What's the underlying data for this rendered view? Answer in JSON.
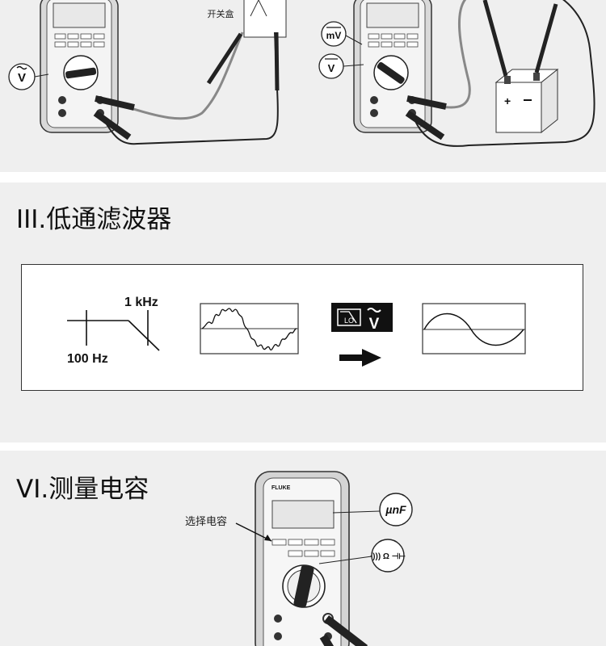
{
  "section1": {
    "switch_box_label": "开关盒",
    "left_meter_badge": "Ṽ",
    "right_meter_badges": [
      "mV",
      "V"
    ]
  },
  "section3": {
    "title": "III.低通滤波器",
    "freq_high": "1 kHz",
    "freq_low": "100 Hz",
    "lo_button_text": "LO",
    "lo_button_symbol": "Ṽ"
  },
  "section6": {
    "title": "VI.测量电容",
    "select_capacitance_label": "选择电容",
    "display_unit": "µnF",
    "dial_symbol": "·))) Ω ⊣⊢"
  },
  "meter": {
    "brand": "FLUKE"
  },
  "colors": {
    "panel_bg": "#efefef",
    "line": "#111111",
    "lead": "#222222"
  }
}
